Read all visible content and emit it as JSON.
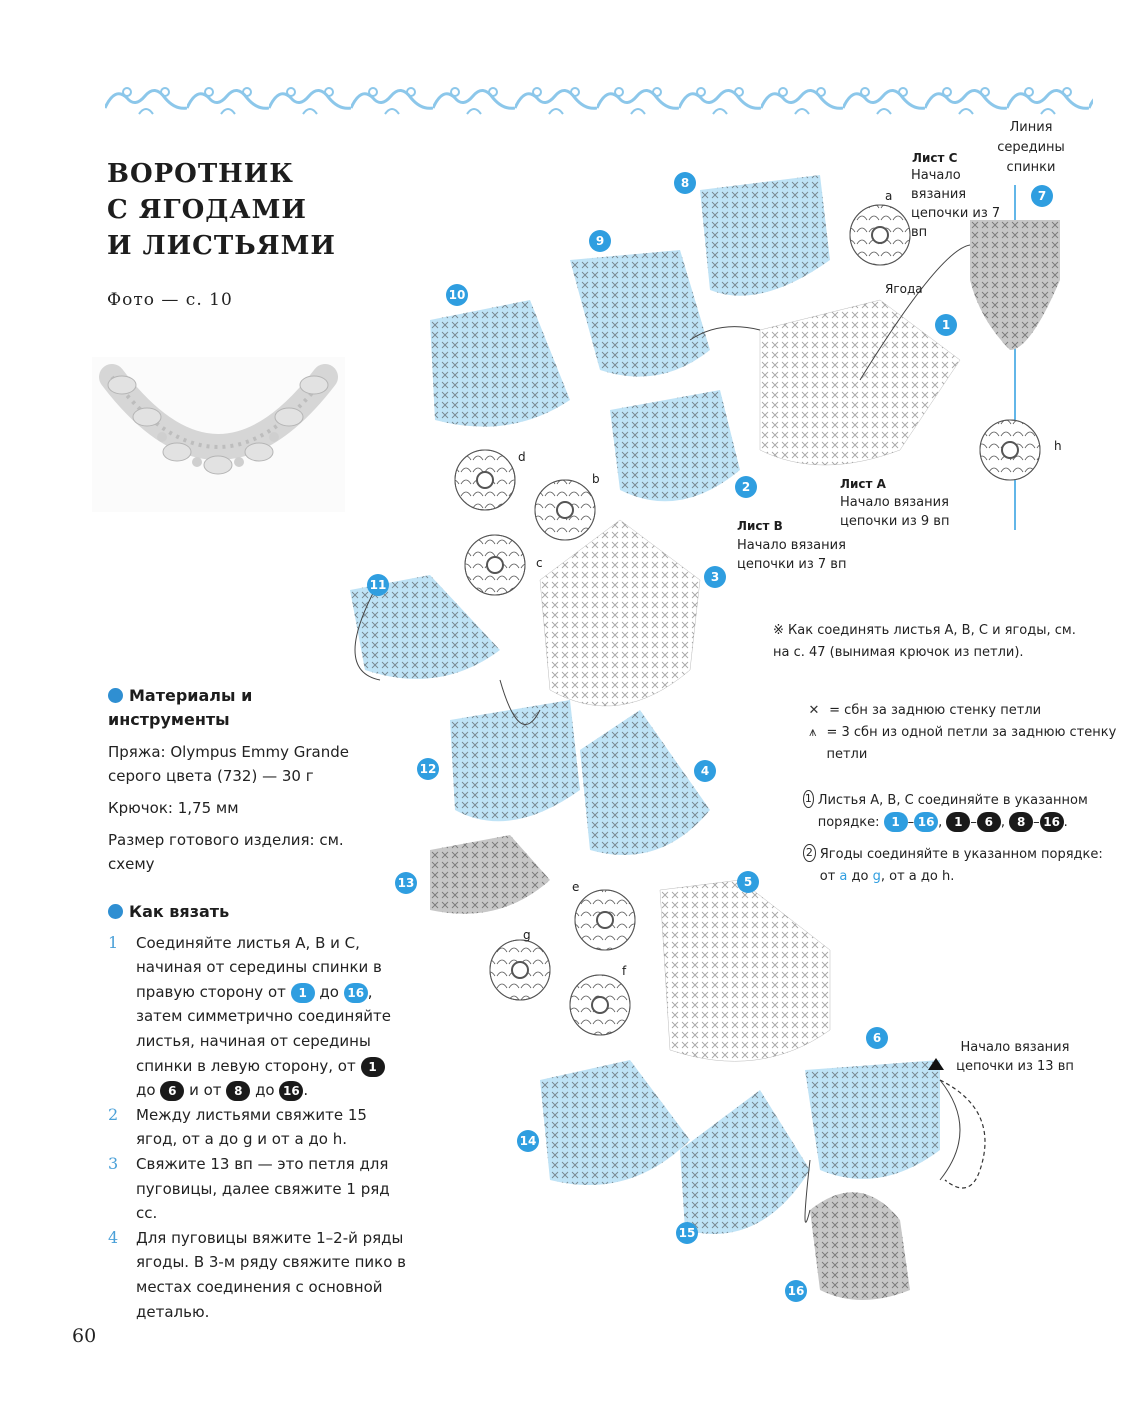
{
  "title": [
    "ВОРОТНИК",
    "С ЯГОДАМИ",
    "И ЛИСТЬЯМИ"
  ],
  "photo_ref": "Фото — с. 10",
  "materials": {
    "heading": "Материалы и инструменты",
    "yarn": "Пряжа: Olympus Emmy Grande серого цвета (732) — 30 г",
    "hook": "Крючок: 1,75 мм",
    "size": "Размер готового изделия: см. схему"
  },
  "how_to": {
    "heading": "Как вязать",
    "steps": [
      {
        "num": "1",
        "parts": [
          "Соединяйте листья A, B и C, начиная от середины спинки в правую сторону от ",
          "1",
          " до ",
          "16",
          ", затем симметрично соединяйте листья, начиная от середины спинки в левую сторону, от ",
          "1",
          " до ",
          "6",
          " и от ",
          "8",
          " до ",
          "16",
          "."
        ]
      },
      {
        "num": "2",
        "text": "Между листьями свяжите 15 ягод, от a до g и от a до h."
      },
      {
        "num": "3",
        "text": "Свяжите 13 вп — это петля для пуговицы, далее свяжите 1 ряд сс."
      },
      {
        "num": "4",
        "text": "Для пуговицы вяжите 1–2-й ряды ягоды. В 3-м ряду свяжите пико в местах соединения с основной деталью."
      }
    ]
  },
  "page_number": "60",
  "diagram": {
    "center_line": "Линия середины спинки",
    "leaf_c_title": "Лист C",
    "leaf_c_sub": "Начало вязания цепочки из 7 вп",
    "berry_label": "Ягода",
    "leaf_a_title": "Лист A",
    "leaf_a_sub": "Начало вязания цепочки из 9 вп",
    "leaf_b_title": "Лист B",
    "leaf_b_sub": "Начало вязания цепочки из 7 вп",
    "button_loop": "Начало вязания цепочки из 13 вп",
    "berry_letters": [
      "a",
      "b",
      "c",
      "d",
      "e",
      "f",
      "g",
      "h"
    ],
    "leaf_numbers": [
      "1",
      "2",
      "3",
      "4",
      "5",
      "6",
      "7",
      "8",
      "9",
      "10",
      "11",
      "12",
      "13",
      "14",
      "15",
      "16"
    ]
  },
  "notes": {
    "join": "※ Как соединять листья A, B, C и ягоды, см. на с. 47 (вынимая крючок из петли).",
    "legend_1": "= сбн за заднюю стенку петли",
    "legend_2": "= 3 сбн из одной петли за заднюю стенку петли",
    "rule_1_prefix": "Листья A, B, C соединяйте в указанном порядке: ",
    "rule_1_range1a": "1",
    "rule_1_range1b": "16",
    "rule_1_range2a": "1",
    "rule_1_range2b": "6",
    "rule_1_range3a": "8",
    "rule_1_range3b": "16",
    "rule_2_prefix": "Ягоды соединяйте в указанном порядке: от ",
    "rule_2_a": "a",
    "rule_2_mid": " до ",
    "rule_2_g": "g",
    "rule_2_end": ", от a до h.",
    "rule_num_1": "1",
    "rule_num_2": "2"
  },
  "colors": {
    "accent": "#2f9ee0",
    "leaf_blue": "#bfe3f6",
    "leaf_gray": "#c7c7c7",
    "border": "#a8d4ef"
  }
}
